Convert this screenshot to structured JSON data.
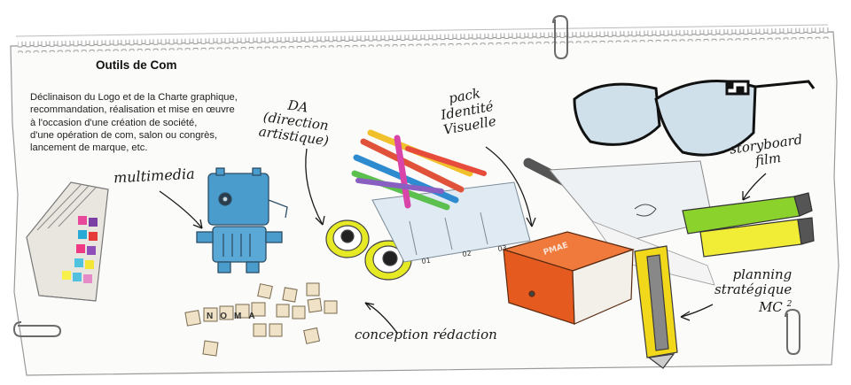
{
  "heading": "Outils de Com",
  "description_lines": [
    "Déclinaison du Logo et de la Charte graphique,",
    "recommandation, réalisation et mise en œuvre",
    "à l'occasion d'une création de société,",
    "d'une opération de com, salon ou congrès,",
    "lancement de marque, etc."
  ],
  "annotations": {
    "multimedia": "multimedia",
    "da": [
      "DA",
      "(direction",
      "artistique)"
    ],
    "pack": [
      "pack",
      "Identité",
      "Visuelle"
    ],
    "storyboard": [
      "storyboard",
      "film"
    ],
    "planning": [
      "planning",
      "stratégique",
      "MC",
      "2"
    ],
    "conception": "conception rédaction"
  },
  "sketch_labels": {
    "ruler_marks": [
      "01",
      "02",
      "03"
    ],
    "scrabble_word": "NOMA",
    "box_brand": "PMAE"
  },
  "palette": {
    "paper": "#fbfbfa",
    "robot_blue": "#4a9ccd",
    "box_orange": "#e55a1e",
    "highlighter_green": "#8bd32c",
    "highlighter_yellow": "#f1ec36",
    "pencil_pink": "#d944a8",
    "cutter_yellow": "#f2d81a"
  }
}
